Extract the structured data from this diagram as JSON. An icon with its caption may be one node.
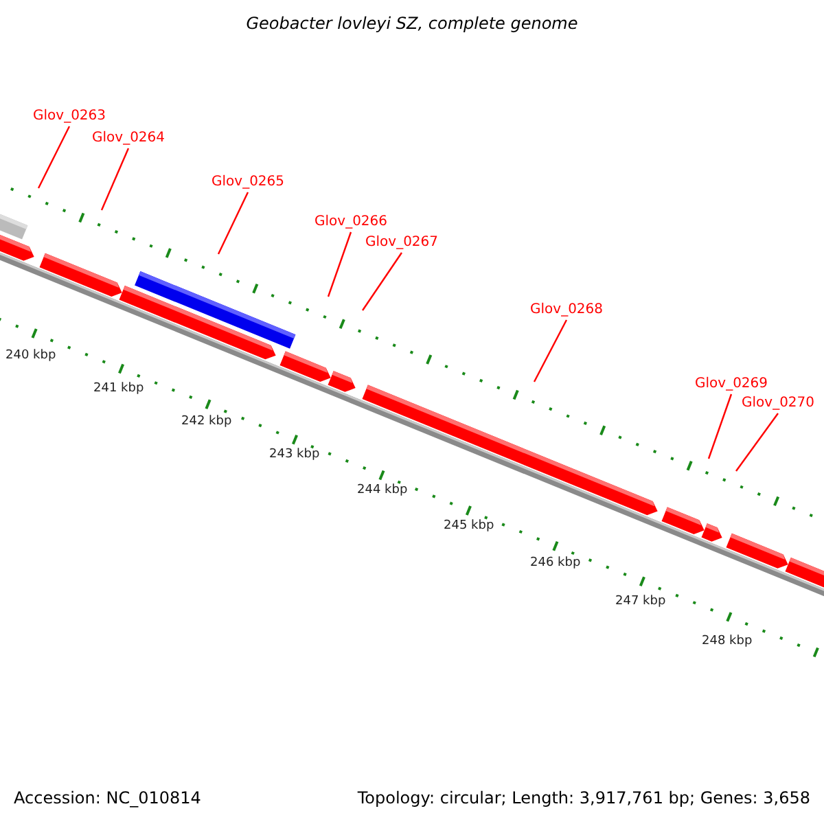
{
  "diagram": {
    "title": "Geobacter lovleyi SZ, complete genome",
    "nodes": [
      {
        "text": [
          "Glov_0263"
        ]
      },
      {
        "text": [
          "Glov_0264"
        ]
      },
      {
        "text": [
          "Glov_0265"
        ]
      },
      {
        "text": [
          "Glov_0266"
        ]
      },
      {
        "text": [
          "Glov_0267"
        ]
      },
      {
        "text": [
          "Glov_0268"
        ]
      },
      {
        "text": [
          "Glov_0269"
        ]
      },
      {
        "text": [
          "Glov_0270"
        ]
      }
    ],
    "edges": [
      {
        "from": 0,
        "to": null,
        "arrow": "none"
      },
      {
        "from": 1,
        "to": null,
        "arrow": "none"
      },
      {
        "from": 2,
        "to": null,
        "arrow": "none"
      },
      {
        "from": 3,
        "to": null,
        "arrow": "none"
      },
      {
        "from": 4,
        "to": null,
        "arrow": "none"
      },
      {
        "from": 5,
        "to": null,
        "arrow": "none"
      },
      {
        "from": 6,
        "to": null,
        "arrow": "none"
      },
      {
        "from": 7,
        "to": null,
        "arrow": "none"
      }
    ],
    "labels": [
      "240 kbp",
      "241 kbp",
      "242 kbp",
      "243 kbp",
      "244 kbp",
      "245 kbp",
      "246 kbp",
      "247 kbp",
      "248 kbp",
      "Accession: NC_010814",
      "Topology: circular; Length: 3,917,761 bp; Genes: 3,658"
    ]
  }
}
